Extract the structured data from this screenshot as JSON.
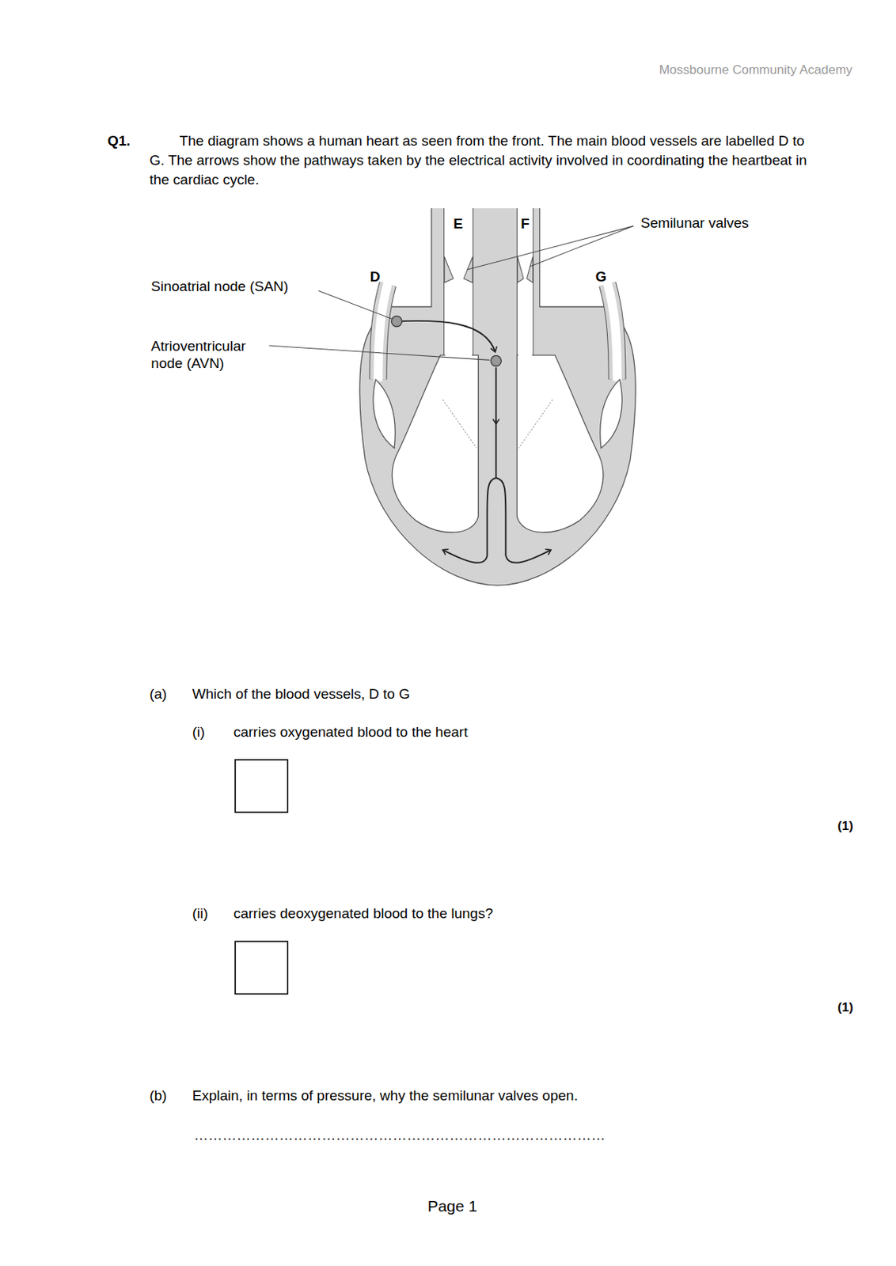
{
  "diagram": {
    "labels": [
      "Mossbourne Community Academy",
      "Q1.",
      "The diagram shows a human heart as seen from the front. The main blood vessels are labelled D to G. The arrows show the pathways taken by the electrical activity involved in coordinating the heartbeat in the cardiac cycle.",
      "E",
      "F",
      "Semilunar valves",
      "D",
      "G",
      "Sinoatrial node (SAN)",
      "Atrioventricular node (AVN)",
      "(a)",
      "Which of the blood vessels, D to G",
      "(i)",
      "carries oxygenated blood to the heart",
      "(1)",
      "(ii)",
      "carries deoxygenated blood to the lungs?",
      "(1)",
      "(b)",
      "Explain, in terms of pressure, why the semilunar valves open.",
      "……………………………………………………………………………",
      "Page 1"
    ]
  }
}
